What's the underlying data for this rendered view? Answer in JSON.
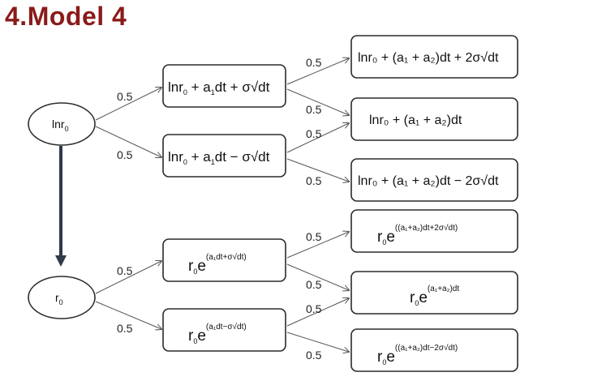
{
  "title": "4.Model 4",
  "probability": "0.5",
  "roots": {
    "top": "lnr",
    "top_sub": "0",
    "bottom": "r",
    "bottom_sub": "0"
  },
  "level1": {
    "up": {
      "pre": "lnr",
      "sub": "0",
      "mid": " + a",
      "sub1": "1",
      "post": "dt + σ√dt"
    },
    "down": {
      "pre": "lnr",
      "sub": "0",
      "mid": " + a",
      "sub1": "1",
      "post": "dt − σ√dt"
    }
  },
  "level2": {
    "uu": "lnr₀ + (a₁ + a₂)dt + 2σ√dt",
    "ud": "lnr₀ + (a₁ + a₂)dt",
    "dd": "lnr₀ + (a₁ + a₂)dt − 2σ√dt"
  },
  "exp_level1": {
    "up": "(a₁dt+σ√dt)",
    "down": "(a₁dt−σ√dt)"
  },
  "exp_level2": {
    "uu": "((a₁+a₂)dt+2σ√dt)",
    "ud": "(a₁+a₂)dt",
    "dd": "((a₁+a₂)dt−2σ√dt)"
  },
  "exp_base": "r",
  "exp_base_sub": "0",
  "exp_e": "e"
}
